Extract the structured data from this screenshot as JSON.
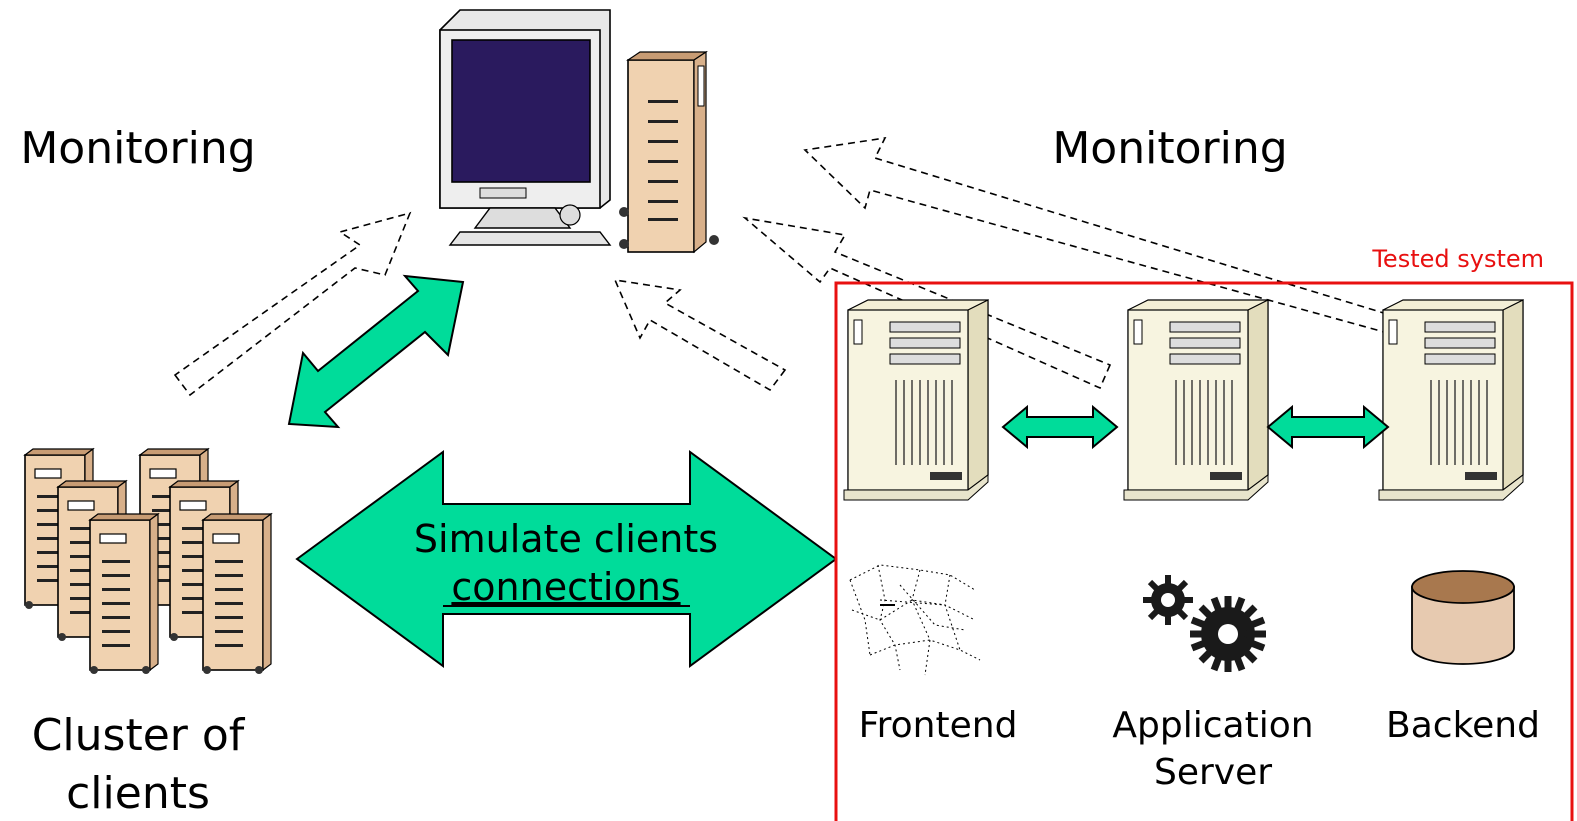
{
  "labels": {
    "monitoring_left": "Monitoring",
    "monitoring_right": "Monitoring",
    "tested_system": "Tested system",
    "cluster_line1": "Cluster of",
    "cluster_line2": "clients",
    "simulate_line1": "Simulate clients",
    "simulate_line2": "connections",
    "frontend": "Frontend",
    "app_server_line1": "Application",
    "app_server_line2": "Server",
    "backend": "Backend"
  },
  "colors": {
    "arrow_fill": "#00dc9a",
    "tested_system_border": "#e81010",
    "tested_system_text": "#e81010",
    "monitor_screen": "#2a1a5e",
    "tower_beige": "#f0d2b0",
    "server_cream": "#f7f4e0",
    "database": "#c8a88a"
  },
  "icons": [
    "monitoring-computer-icon",
    "client-tower-icon",
    "server-tower-icon",
    "network-web-icon",
    "gears-icon",
    "database-icon"
  ]
}
